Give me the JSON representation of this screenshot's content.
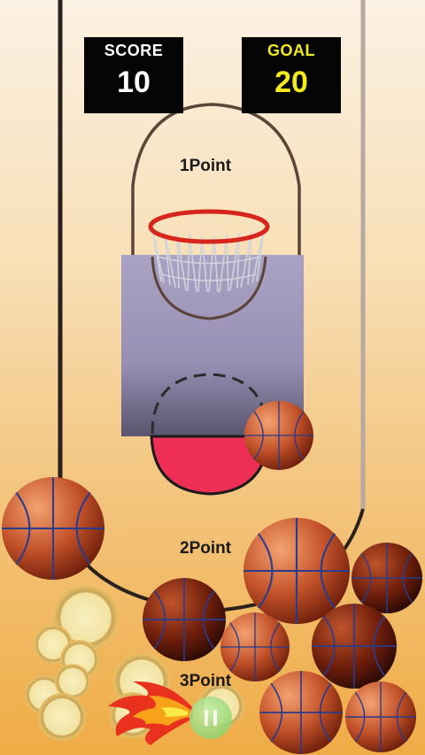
{
  "hud": {
    "score_label": "SCORE",
    "score_value": "10",
    "goal_label": "GOAL",
    "goal_value": "20"
  },
  "zones": {
    "one_point": "1Point",
    "two_point": "2Point",
    "three_point": "3Point"
  },
  "colors": {
    "rim": "#d8251b",
    "target": "#ee2e55",
    "backboard": "#9f97b8",
    "score_text": "#ffffff",
    "goal_text": "#f2ea1a",
    "court_line": "#2a211c"
  },
  "icons": {
    "pause": "pause-icon",
    "fire": "fire-icon"
  }
}
